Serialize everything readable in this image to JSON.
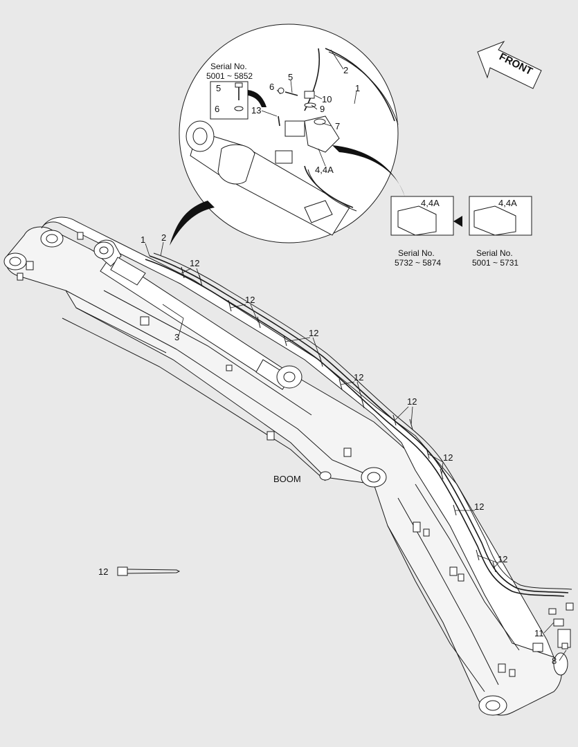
{
  "labels": {
    "front": "FRONT",
    "boom": "BOOM",
    "serial_title": "Serial No.",
    "serial_a": "5001 ~ 5852",
    "serial_b": "5732 ~ 5874",
    "serial_c": "5001 ~ 5731",
    "valve": "4,4A",
    "p1": "1",
    "p2": "2",
    "p3": "3",
    "p5": "5",
    "p6": "6",
    "p7": "7",
    "p8": "8",
    "p9": "9",
    "p10": "10",
    "p11": "11",
    "p12": "12",
    "p13": "13"
  },
  "colors": {
    "background": "#e9e9e9",
    "line": "#1a1a1a",
    "fill": "#ffffff"
  }
}
